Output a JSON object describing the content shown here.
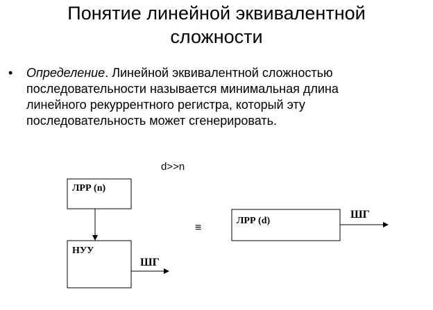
{
  "title": {
    "line1": "Понятие линейной эквивалентной",
    "line2": "сложности"
  },
  "definition": {
    "bullet": "•",
    "term": "Определение",
    "line1_rest": ". Линейной эквивалентной сложностью",
    "line2": "последовательности называется минимальная длина",
    "line3": "линейного рекуррентного регистра, который эту",
    "line4": "последовательность может сгенерировать."
  },
  "diagram": {
    "condition": "d>>n",
    "lfsr_n_label": "ЛРР (n)",
    "nuu_label": "НУУ",
    "output_left_label": "ШГ",
    "equiv_symbol": "≡",
    "lfsr_d_label": "ЛРР (d)",
    "output_right_label": "ШГ"
  }
}
